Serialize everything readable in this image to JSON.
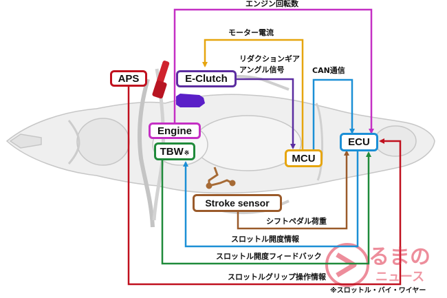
{
  "colors": {
    "aps": "#c0101e",
    "engine": "#c42fc4",
    "eclutch": "#5b2ca0",
    "tbw": "#1f8a3a",
    "mcu": "#e6a50e",
    "ecu": "#1b8fd6",
    "stroke": "#9a5a2a",
    "brand": "#d8283c"
  },
  "components": {
    "aps": "APS",
    "engine": "Engine",
    "eclutch": "E-Clutch",
    "tbw": "TBW",
    "mcu": "MCU",
    "ecu": "ECU",
    "stroke_sensor": "Stroke sensor"
  },
  "signals": {
    "engine_rpm": "エンジン回転数",
    "motor_current": "モーター電流",
    "reduction_gear_angle_line1": "リダクションギア",
    "reduction_gear_angle_line2": "アングル信号",
    "can_comm": "CAN通信",
    "shift_pedal_load": "シフトペダル荷重",
    "throttle_opening_info": "スロットル開度情報",
    "throttle_opening_feedback": "スロットル開度フィードバック",
    "throttle_grip_info": "スロットルグリップ操作情報"
  },
  "footnote": "※スロットル・バイ・ワイヤー",
  "watermark": {
    "line1": "るまの",
    "line2": "ニュース"
  }
}
